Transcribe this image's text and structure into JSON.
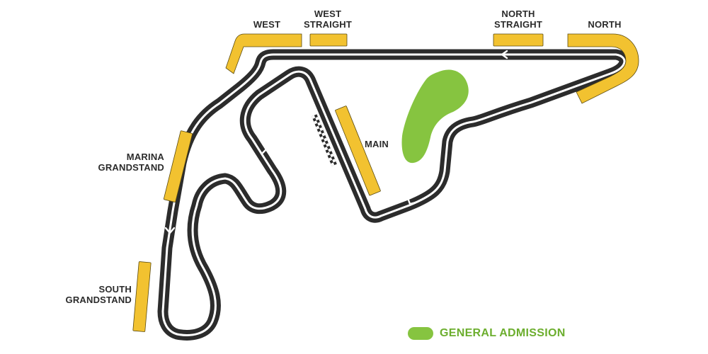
{
  "colors": {
    "track": "#2c2c2c",
    "stand": "#f2c230",
    "stand_outline": "#5a4a10",
    "general_admission": "#86c440",
    "legend_text": "#6cae2e",
    "label_text": "#2b2b2b"
  },
  "grandstands": {
    "west": {
      "line1": "WEST"
    },
    "west_straight": {
      "line1": "WEST",
      "line2": "STRAIGHT"
    },
    "north_straight": {
      "line1": "NORTH",
      "line2": "STRAIGHT"
    },
    "north": {
      "line1": "NORTH"
    },
    "main": {
      "line1": "MAIN"
    },
    "marina": {
      "line1": "MARINA",
      "line2": "GRANDSTAND"
    },
    "south": {
      "line1": "SOUTH",
      "line2": "GRANDSTAND"
    }
  },
  "legend": {
    "general_admission_label": "GENERAL ADMISSION"
  }
}
